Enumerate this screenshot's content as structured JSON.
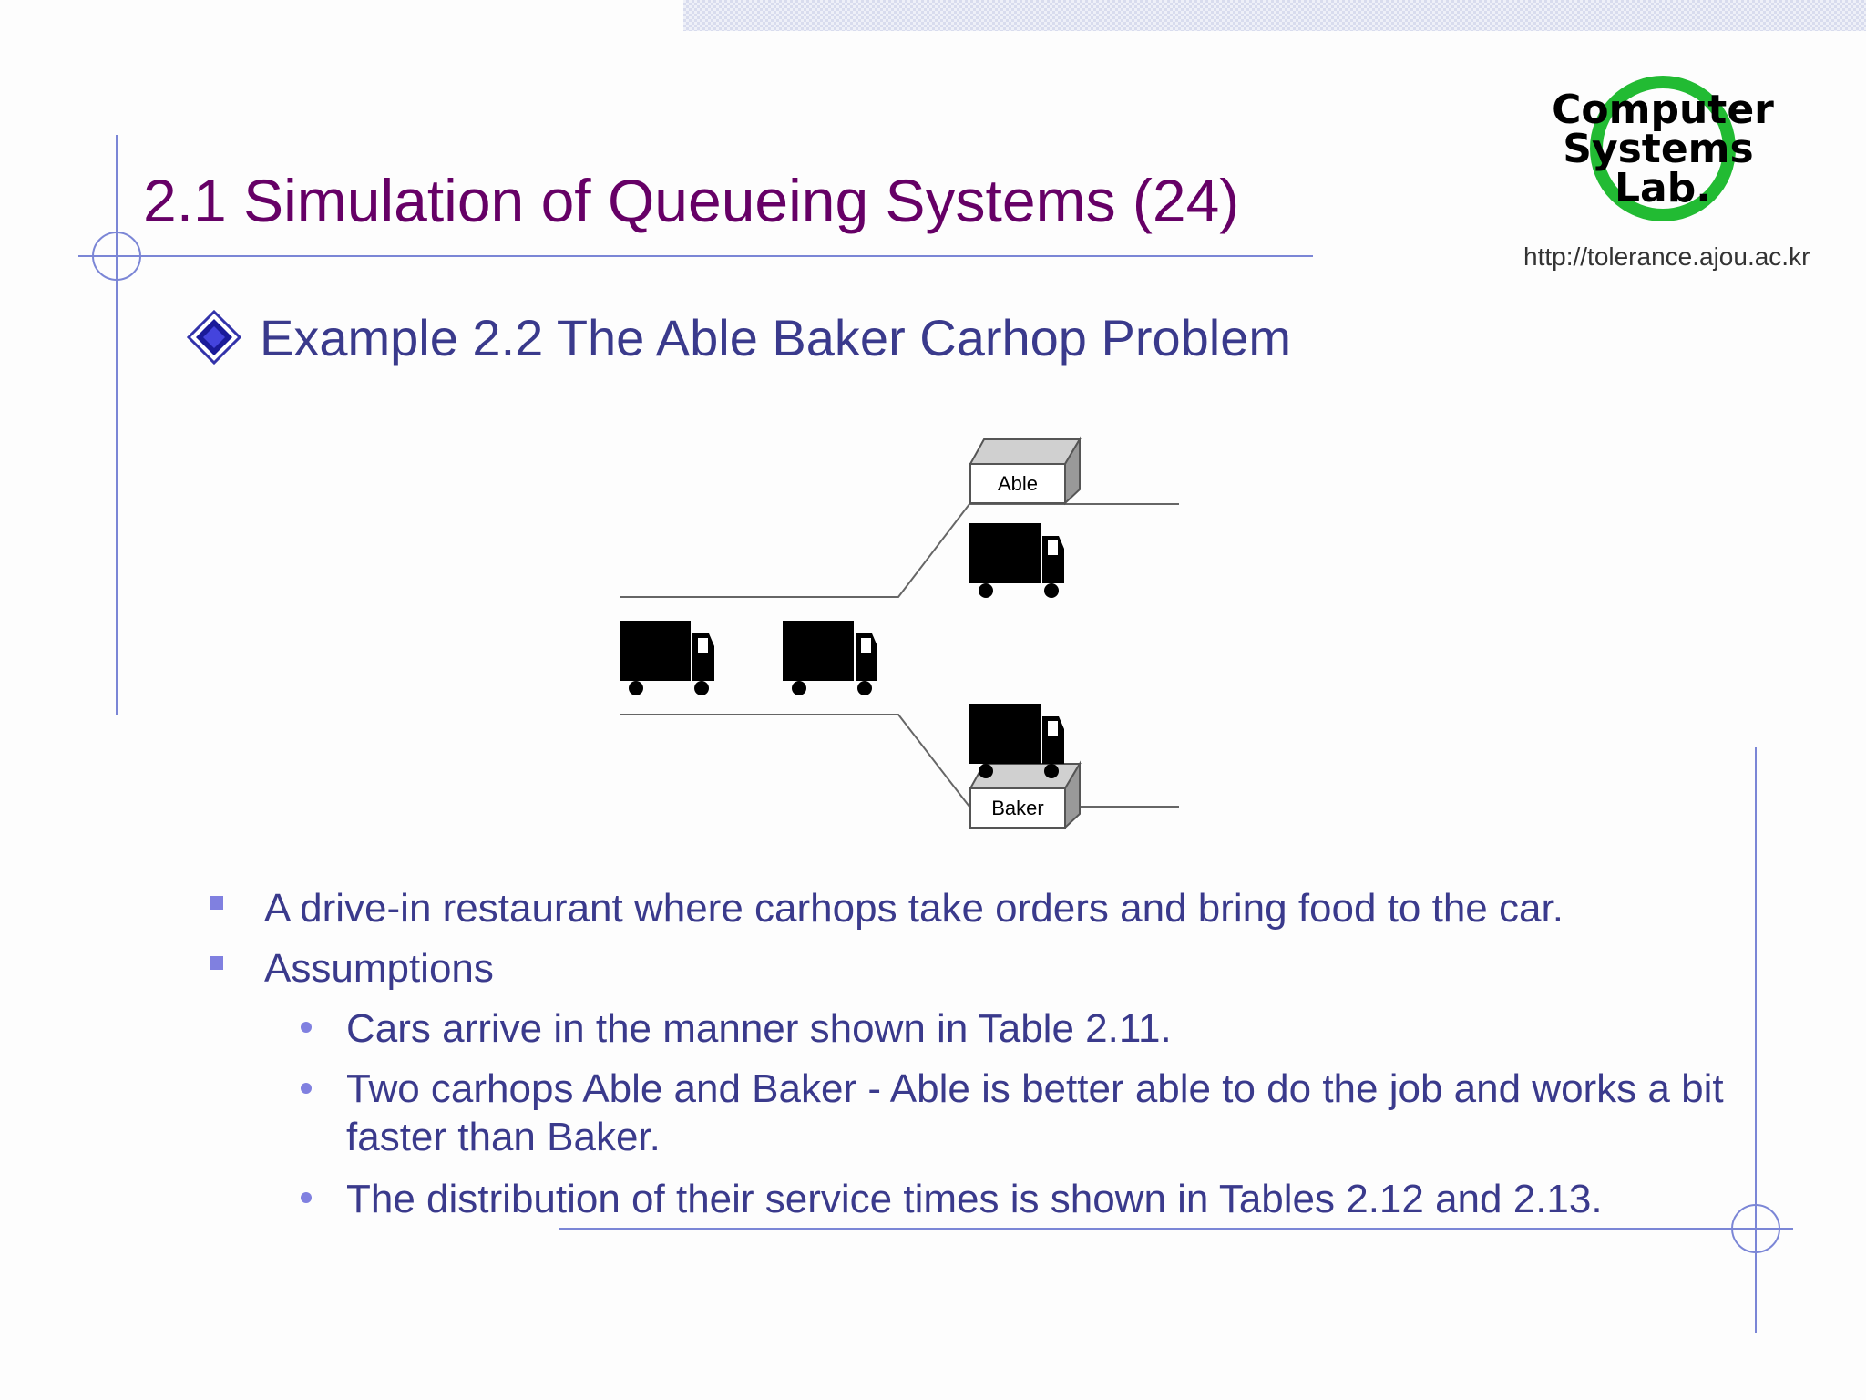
{
  "slide": {
    "title": "2.1 Simulation of Queueing Systems (24)",
    "logo": {
      "lines": [
        "Computer",
        "Systems",
        "Lab."
      ],
      "url": "http://tolerance.ajou.ac.kr"
    },
    "subtitle": "Example 2.2 The Able Baker Carhop Problem",
    "diagram": {
      "server_top": "Able",
      "server_bottom": "Baker"
    },
    "bullets": [
      "A drive-in restaurant where carhops take orders and bring food to the car.",
      "Assumptions"
    ],
    "sub_bullets": [
      "Cars arrive in the manner shown in Table 2.11.",
      "Two carhops Able and Baker - Able is better able to do the job and works a bit faster than Baker.",
      "The distribution of their service times is shown in Tables 2.12 and 2.13."
    ]
  },
  "colors": {
    "title": "#660066",
    "body_text": "#3a3a8c",
    "frame_lines": "#7b86d6",
    "bullet_marks": "#8080e0"
  }
}
